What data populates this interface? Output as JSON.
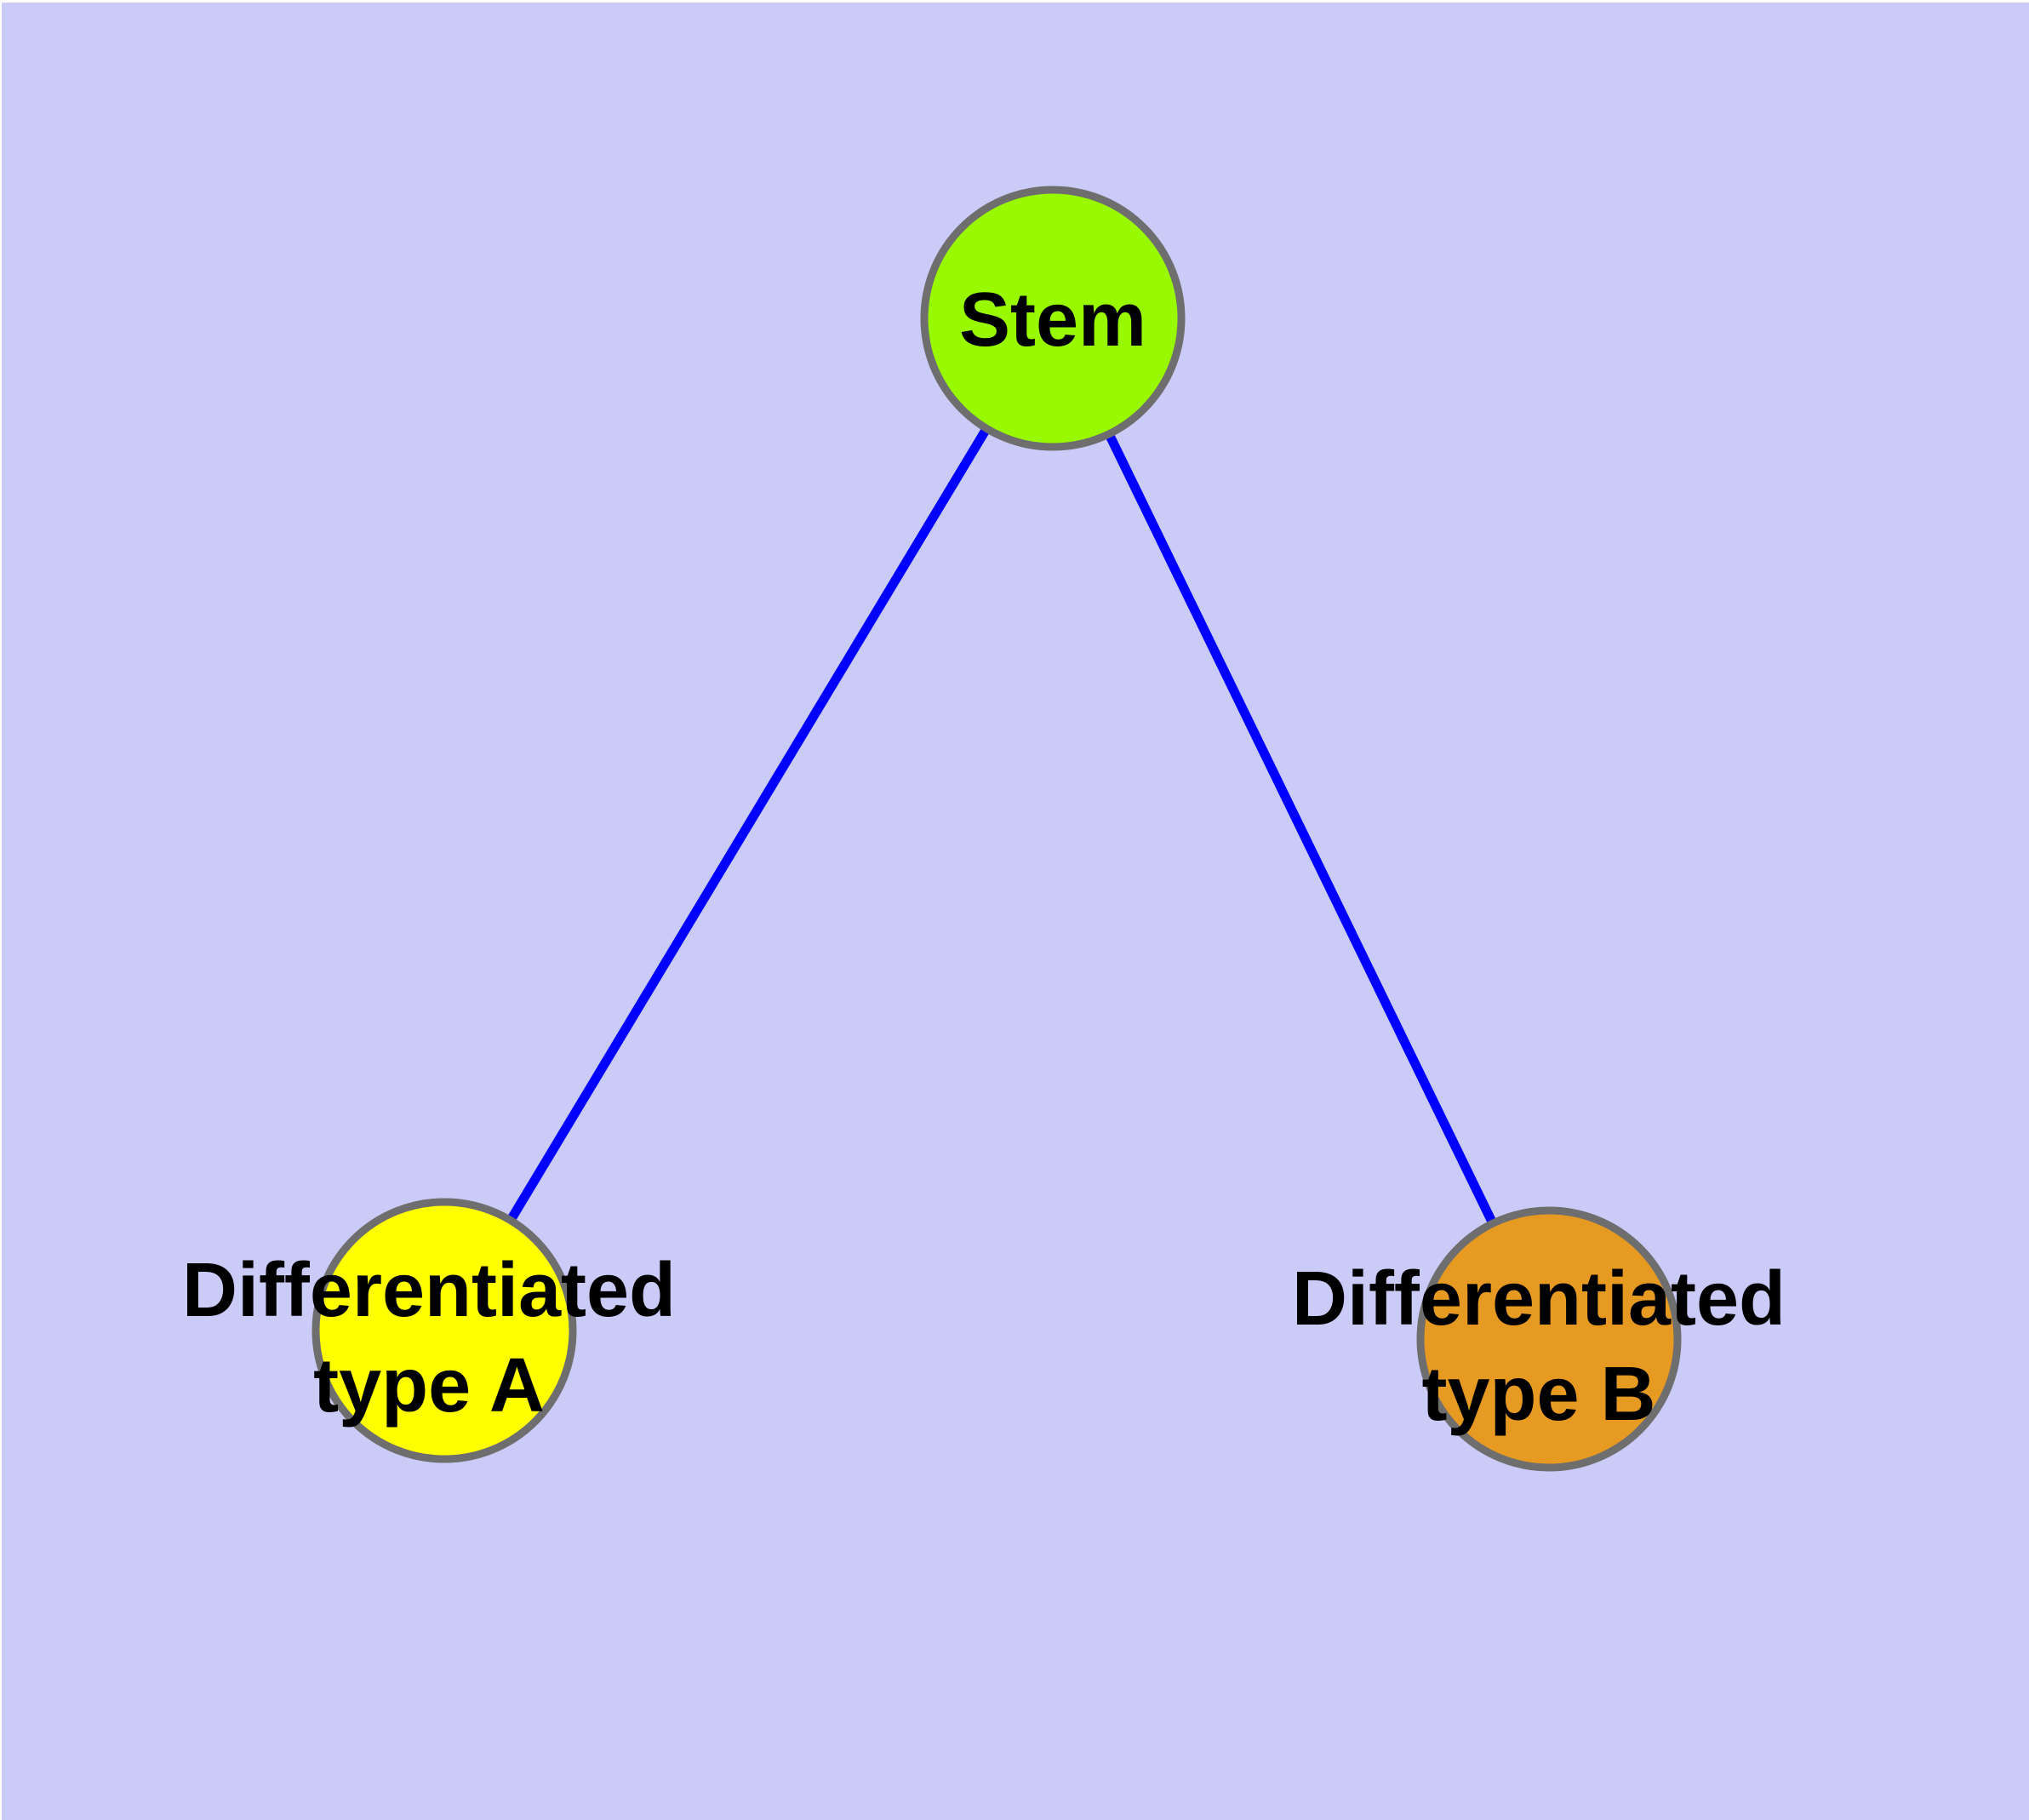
{
  "diagram": {
    "type": "graph",
    "background_color": "#CBCBF8",
    "edge_color": "#0000FF",
    "node_border_color": "#6E6E6E",
    "label_color": "#000000",
    "nodes": [
      {
        "id": "stem",
        "label": "Stem",
        "line1": "Stem",
        "line2": "",
        "fill": "#99FA00"
      },
      {
        "id": "differentiated-type-a",
        "label": "Differentiated type A",
        "line1": "Differentiated",
        "line2": "type A",
        "fill": "#FFFF00"
      },
      {
        "id": "differentiated-type-b",
        "label": "Differentiated type B",
        "line1": "Differentiated",
        "line2": "type B",
        "fill": "#E69A22"
      }
    ],
    "edges": [
      {
        "from": "Stem",
        "to": "Differentiated type A"
      },
      {
        "from": "Stem",
        "to": "Differentiated type B"
      }
    ]
  }
}
